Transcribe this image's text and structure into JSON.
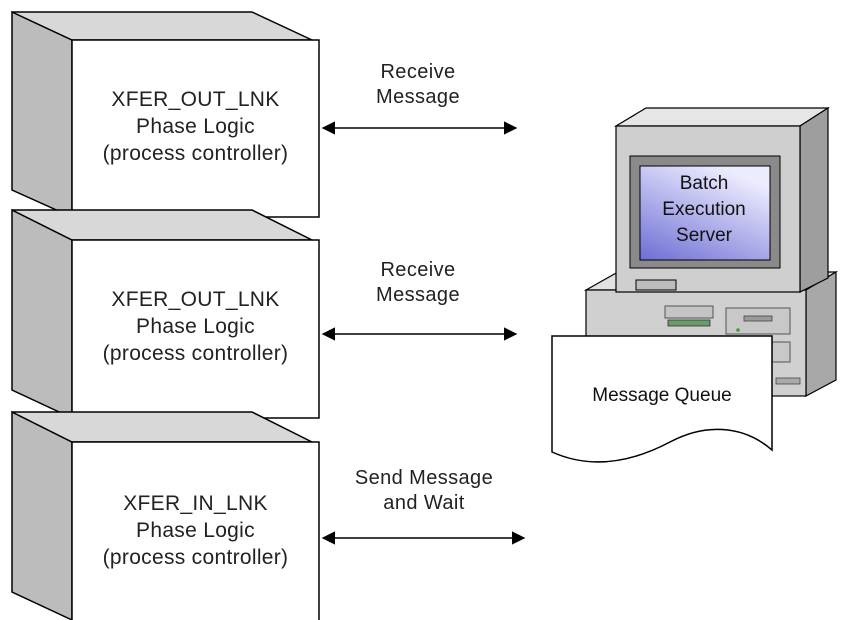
{
  "blocks": [
    {
      "line1": "XFER_OUT_LNK",
      "line2": "Phase Logic",
      "line3": "(process controller)"
    },
    {
      "line1": "XFER_OUT_LNK",
      "line2": "Phase Logic",
      "line3": "(process controller)"
    },
    {
      "line1": "XFER_IN_LNK",
      "line2": "Phase Logic",
      "line3": "(process controller)"
    }
  ],
  "arrows": [
    {
      "line1": "Receive",
      "line2": "Message"
    },
    {
      "line1": "Receive",
      "line2": "Message"
    },
    {
      "line1": "Send Message",
      "line2": "and Wait"
    }
  ],
  "server": {
    "line1": "Batch",
    "line2": "Execution",
    "line3": "Server"
  },
  "queue": {
    "label": "Message Queue"
  },
  "colors": {
    "box_fill": "#ffffff",
    "box_side": "#b8b8b8",
    "outline": "#000000",
    "computer_body": "#cfcfcf",
    "screen_gradient_start": "#7b7bd8",
    "screen_gradient_end": "#e8e8ff"
  }
}
